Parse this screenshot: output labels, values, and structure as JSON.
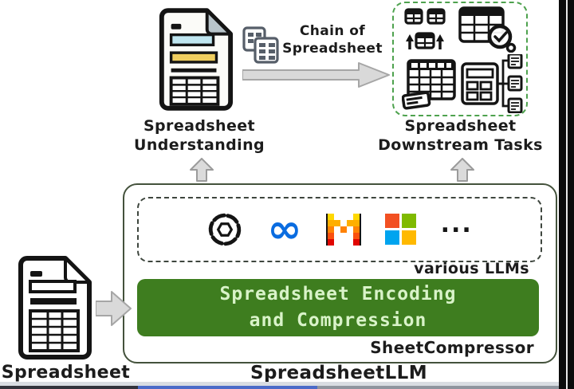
{
  "understanding": {
    "line1": "Spreadsheet",
    "line2": "Understanding"
  },
  "chain_of_spreadsheet": {
    "line1": "Chain of",
    "line2": "Spreadsheet"
  },
  "downstream": {
    "line1": "Spreadsheet",
    "line2": "Downstream Tasks"
  },
  "spreadsheet_llm": {
    "label": "SpreadsheetLLM",
    "llm_box": {
      "caption": "various LLMs",
      "meta_glyph": "∞",
      "ellipsis": "...",
      "logos": [
        "openai-logo",
        "meta-logo",
        "mistral-logo",
        "microsoft-logo",
        "more-llms-ellipsis"
      ]
    },
    "encoder": {
      "line1": "Spreadsheet Encoding",
      "line2": "and Compression",
      "caption": "SheetCompressor"
    }
  },
  "input": {
    "label": "Spreadsheet"
  },
  "icons": {
    "understanding": "spreadsheet-document-icon",
    "chain": "stacked-spreadsheets-icon",
    "downstream": [
      "table-merge-split-icon",
      "table-verify-icon",
      "table-query-icon",
      "table-extract-icon"
    ],
    "input": "spreadsheet-document-bw-icon"
  },
  "colors": {
    "encoder_green": "#3E7D1F",
    "encoder_text": "#D9F3C9",
    "outer_box_border": "#44523C",
    "llm_dashed_border": "#3E463E",
    "downstream_dashed_border": "#4EA24E",
    "arrow_gray": "#D9D9D9",
    "doc_cyan": "#BFE6F0",
    "doc_yellow": "#F0CE5F",
    "meta_blue": "#0A6CE0",
    "microsoft_red": "#F25022",
    "microsoft_green": "#7FBA00",
    "microsoft_blue": "#00A4EF",
    "microsoft_yellow": "#FFB900",
    "mistral_palette": [
      "#FFD800",
      "#FFAF00",
      "#FF8205",
      "#FA500F",
      "#E10500"
    ]
  }
}
